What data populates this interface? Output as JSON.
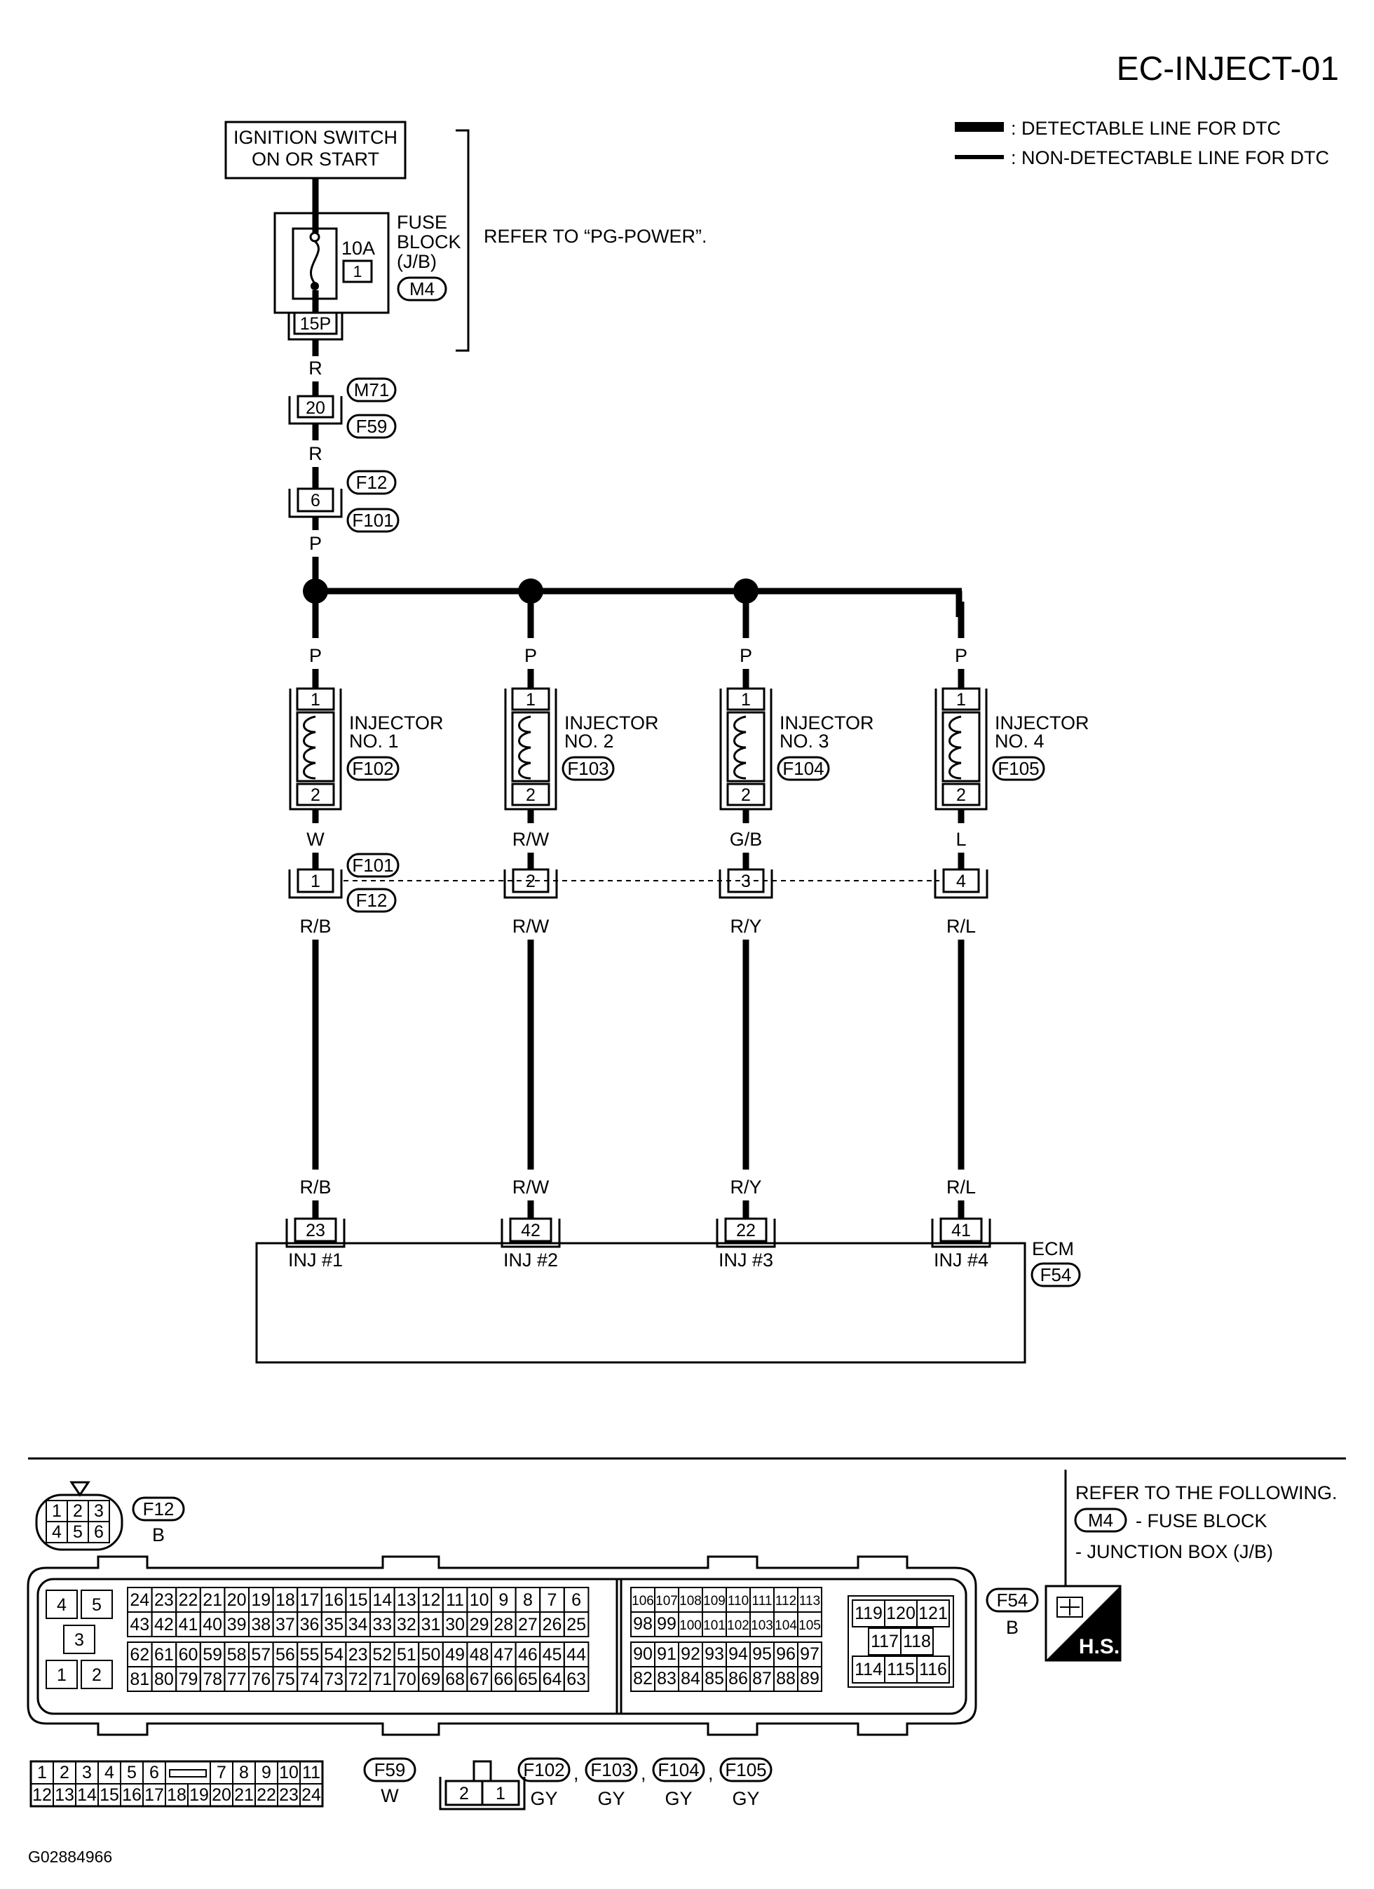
{
  "title": "EC-INJECT-01",
  "legend": {
    "detectable": ": DETECTABLE LINE FOR DTC",
    "non_detectable": ": NON-DETECTABLE LINE FOR DTC"
  },
  "power": {
    "ignition_line1": "IGNITION SWITCH",
    "ignition_line2": "ON OR START",
    "fuse_line1": "FUSE",
    "fuse_line2": "BLOCK",
    "fuse_line3": "(J/B)",
    "fuse_conn": "M4",
    "fuse_amp": "10A",
    "fuse_no": "1",
    "fuse_pin": "15P",
    "refer": "REFER TO “PG-POWER”."
  },
  "harness": {
    "wire_r1": "R",
    "c1_pin": "20",
    "c1_top": "M71",
    "c1_bot": "F59",
    "wire_r2": "R",
    "c2_pin": "6",
    "c2_top": "F12",
    "c2_bot": "F101",
    "wire_p": "P"
  },
  "injectors": [
    {
      "wire_top": "P",
      "pin1": "1",
      "pin2": "2",
      "name1": "INJECTOR",
      "name2": "NO. 1",
      "conn": "F102",
      "wire_mid": "W",
      "jpin": "1",
      "wire_low": "R/B",
      "wire_ecm": "R/B",
      "ecm_pin": "23",
      "ecm_label": "INJ #1"
    },
    {
      "wire_top": "P",
      "pin1": "1",
      "pin2": "2",
      "name1": "INJECTOR",
      "name2": "NO. 2",
      "conn": "F103",
      "wire_mid": "R/W",
      "jpin": "2",
      "wire_low": "R/W",
      "wire_ecm": "R/W",
      "ecm_pin": "42",
      "ecm_label": "INJ #2"
    },
    {
      "wire_top": "P",
      "pin1": "1",
      "pin2": "2",
      "name1": "INJECTOR",
      "name2": "NO. 3",
      "conn": "F104",
      "wire_mid": "G/B",
      "jpin": "3",
      "wire_low": "R/Y",
      "wire_ecm": "R/Y",
      "ecm_pin": "22",
      "ecm_label": "INJ #3"
    },
    {
      "wire_top": "P",
      "pin1": "1",
      "pin2": "2",
      "name1": "INJECTOR",
      "name2": "NO. 4",
      "conn": "F105",
      "wire_mid": "L",
      "jpin": "4",
      "wire_low": "R/L",
      "wire_ecm": "R/L",
      "ecm_pin": "41",
      "ecm_label": "INJ #4"
    }
  ],
  "junction": {
    "top": "F101",
    "bot": "F12"
  },
  "ecm": {
    "name": "ECM",
    "conn": "F54"
  },
  "connectors": {
    "f12": {
      "label": "F12",
      "color": "B",
      "pins": [
        "1",
        "2",
        "3",
        "4",
        "5",
        "6"
      ]
    },
    "refer_title": "REFER TO THE FOLLOWING.",
    "refer_m4": "M4",
    "refer_fuse": "- FUSE BLOCK",
    "refer_jb": "- JUNCTION BOX (J/B)",
    "f54": {
      "label": "F54",
      "color": "B",
      "left_pins": [
        "4",
        "5",
        "3",
        "1",
        "2"
      ],
      "rows_a": [
        [
          "24",
          "23",
          "22",
          "21",
          "20",
          "19",
          "18",
          "17",
          "16",
          "15",
          "14",
          "13",
          "12",
          "11",
          "10",
          "9",
          "8",
          "7",
          "6"
        ],
        [
          "43",
          "42",
          "41",
          "40",
          "39",
          "38",
          "37",
          "36",
          "35",
          "34",
          "33",
          "32",
          "31",
          "30",
          "29",
          "28",
          "27",
          "26",
          "25"
        ],
        [
          "62",
          "61",
          "60",
          "59",
          "58",
          "57",
          "56",
          "55",
          "54",
          "23",
          "52",
          "51",
          "50",
          "49",
          "48",
          "47",
          "46",
          "45",
          "44"
        ],
        [
          "81",
          "80",
          "79",
          "78",
          "77",
          "76",
          "75",
          "74",
          "73",
          "72",
          "71",
          "70",
          "69",
          "68",
          "67",
          "66",
          "65",
          "64",
          "63"
        ]
      ],
      "rows_b": [
        [
          "106",
          "107",
          "108",
          "109",
          "110",
          "111",
          "112",
          "113"
        ],
        [
          "98",
          "99",
          "100",
          "101",
          "102",
          "103",
          "104",
          "105"
        ],
        [
          "90",
          "91",
          "92",
          "93",
          "94",
          "95",
          "96",
          "97"
        ],
        [
          "82",
          "83",
          "84",
          "85",
          "86",
          "87",
          "88",
          "89"
        ]
      ],
      "right_pins": [
        "119",
        "120",
        "121",
        "117",
        "118",
        "114",
        "115",
        "116"
      ]
    },
    "hs": "H.S.",
    "f59": {
      "label": "F59",
      "color": "W",
      "row1": [
        "1",
        "2",
        "3",
        "4",
        "5",
        "6",
        "7",
        "8",
        "9",
        "10",
        "11"
      ],
      "row2": [
        "12",
        "13",
        "14",
        "15",
        "16",
        "17",
        "18",
        "19",
        "20",
        "21",
        "22",
        "23",
        "24"
      ]
    },
    "inj_conn": {
      "pins": [
        "2",
        "1"
      ],
      "labels": [
        "F102",
        "F103",
        "F104",
        "F105"
      ],
      "color": "GY",
      "sep": ","
    }
  },
  "image_id": "G02884966"
}
